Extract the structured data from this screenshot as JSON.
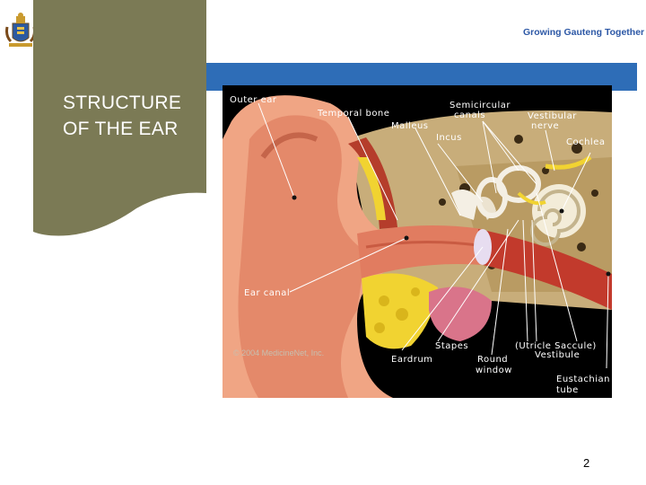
{
  "header": {
    "tagline": "Growing Gauteng Together",
    "logo_icon": "coat-of-arms-icon"
  },
  "slide": {
    "title_line1": "STRUCTURE",
    "title_line2": "OF THE EAR",
    "page_number": "2"
  },
  "diagram": {
    "copyright": "© 2004 MedicineNet, Inc.",
    "labels": {
      "outer_ear": "Outer ear",
      "temporal_bone": "Temporal bone",
      "malleus": "Malleus",
      "semicircular_1": "Semicircular",
      "semicircular_2": "canals",
      "incus": "Incus",
      "vestibular_nerve_1": "Vestibular",
      "vestibular_nerve_2": "nerve",
      "cochlea": "Cochlea",
      "ear_canal": "Ear canal",
      "stapes": "Stapes",
      "utricle_saccule": "(Utricle  Saccule)",
      "vestibule": "Vestibule",
      "eardrum": "Eardrum",
      "round_window_1": "Round",
      "round_window_2": "window",
      "eustachian_tube_1": "Eustachian",
      "eustachian_tube_2": "tube"
    }
  },
  "colors": {
    "panel_olive": "#7b7a55",
    "band_blue": "#2e6db7",
    "tagline_blue": "#2d58a6"
  }
}
